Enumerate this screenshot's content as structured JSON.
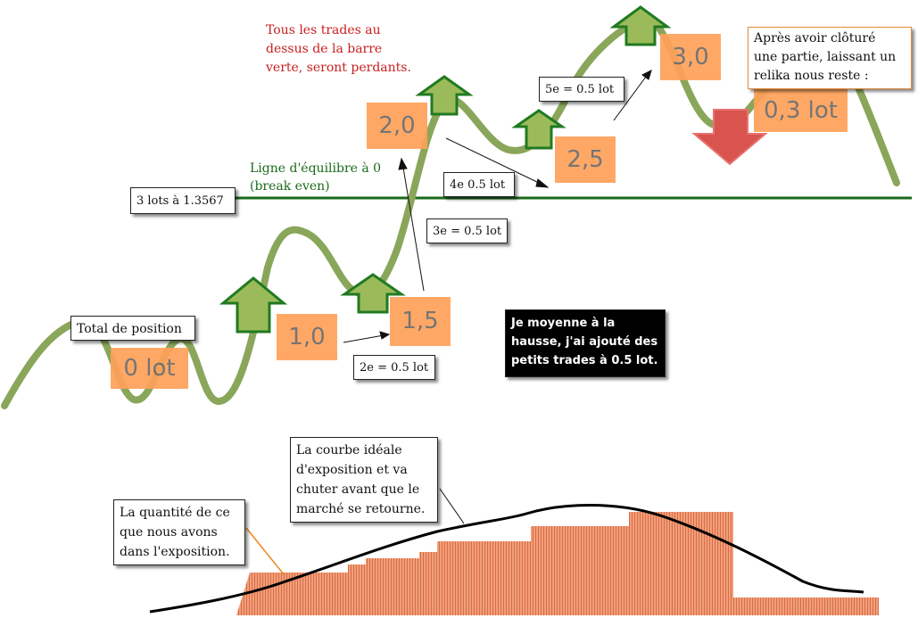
{
  "colors": {
    "price_curve": "#8aa65a",
    "break_even_line": "#1a6a1a",
    "up_arrow_fill": "#9bbb5a",
    "up_arrow_stroke": "#217a21",
    "down_arrow_fill": "#d9534f",
    "down_arrow_stroke": "#e8736f",
    "lot_badge": "#ffa15a",
    "exposure_bars": "#e8805a",
    "red_note": "#c81e1e",
    "green_label": "#1a6a1a"
  },
  "notes": {
    "losing_trades": [
      "Tous les trades au",
      "dessus de la barre",
      "verte, seront perdants."
    ],
    "break_even": [
      "Ligne d'équilibre à 0",
      "(break even)"
    ],
    "averaging": [
      "Je moyenne à la",
      "hausse, j'ai ajouté des",
      "petits trades à 0.5 lot."
    ],
    "remainder": [
      "Après avoir clôturé",
      "une partie, laissant un",
      "relika nous reste :"
    ],
    "ideal_curve": [
      "La courbe idéale",
      "d'exposition et va",
      "chuter avant que le",
      "marché se retourne."
    ],
    "quantity": [
      "La quantité de ce",
      "que nous avons",
      "dans l'exposition."
    ]
  },
  "labels": {
    "three_lots": "3 lots à 1.3567",
    "total_position": "Total de position",
    "trade_2": "2e = 0.5 lot",
    "trade_3": "3e = 0.5 lot",
    "trade_4": "4e 0.5 lot",
    "trade_5": "5e = 0.5 lot"
  },
  "lots": {
    "zero": "0 lot",
    "one": "1,0",
    "one_five": "1,5",
    "two": "2,0",
    "two_five": "2,5",
    "three": "3,0",
    "zero_three": "0,3 lot"
  }
}
